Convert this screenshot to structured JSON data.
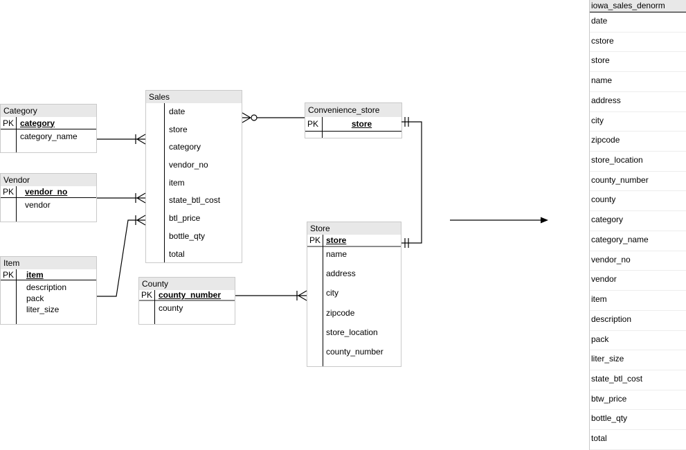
{
  "labels": {
    "pk": "PK"
  },
  "colors": {
    "header_bg": "#e8e8e8",
    "entity_border": "#c9c9c9",
    "line": "#000000",
    "thick_divider": "#8c8c8c"
  },
  "entities": {
    "category": {
      "title": "Category",
      "pk": "category",
      "fields": [
        "category_name"
      ]
    },
    "vendor": {
      "title": "Vendor",
      "pk": "vendor_no",
      "fields": [
        "vendor"
      ]
    },
    "item": {
      "title": "Item",
      "pk": "item",
      "fields": [
        "description",
        "pack",
        "liter_size"
      ]
    },
    "sales": {
      "title": "Sales",
      "fields": [
        "date",
        "store",
        "category",
        "vendor_no",
        "item",
        "state_btl_cost",
        "btl_price",
        "bottle_qty",
        "total"
      ]
    },
    "county": {
      "title": "County",
      "pk": "county_number",
      "fields": [
        "county"
      ]
    },
    "convenience_store": {
      "title": "Convenience_store",
      "pk": "store",
      "fields": []
    },
    "store": {
      "title": "Store",
      "pk": "store",
      "fields": [
        "name",
        "address",
        "city",
        "zipcode",
        "store_location",
        "county_number"
      ]
    },
    "iowa_sales_denorm": {
      "title": "iowa_sales_denorm",
      "fields": [
        "date",
        "cstore",
        "store",
        "name",
        "address",
        "city",
        "zipcode",
        "store_location",
        "county_number",
        "county",
        "category",
        "category_name",
        "vendor_no",
        "vendor",
        "item",
        "description",
        "pack",
        "liter_size",
        "state_btl_cost",
        "btw_price",
        "bottle_qty",
        "total"
      ]
    }
  },
  "relationships": [
    {
      "from": "Category",
      "to": "Sales",
      "to_end": "one-or-many"
    },
    {
      "from": "Vendor",
      "to": "Sales",
      "to_end": "one-or-many"
    },
    {
      "from": "Item",
      "to": "Sales",
      "to_end": "one-or-many"
    },
    {
      "from": "Sales",
      "to": "Convenience_store",
      "from_end": "zero-or-many"
    },
    {
      "from": "Convenience_store",
      "to": "Store",
      "from_end": "one-and-only-one",
      "to_end": "one-and-only-one"
    },
    {
      "from": "County",
      "to": "Store",
      "to_end": "one-or-many"
    },
    {
      "type": "arrow",
      "from": "diagram",
      "to": "iowa_sales_denorm"
    }
  ]
}
